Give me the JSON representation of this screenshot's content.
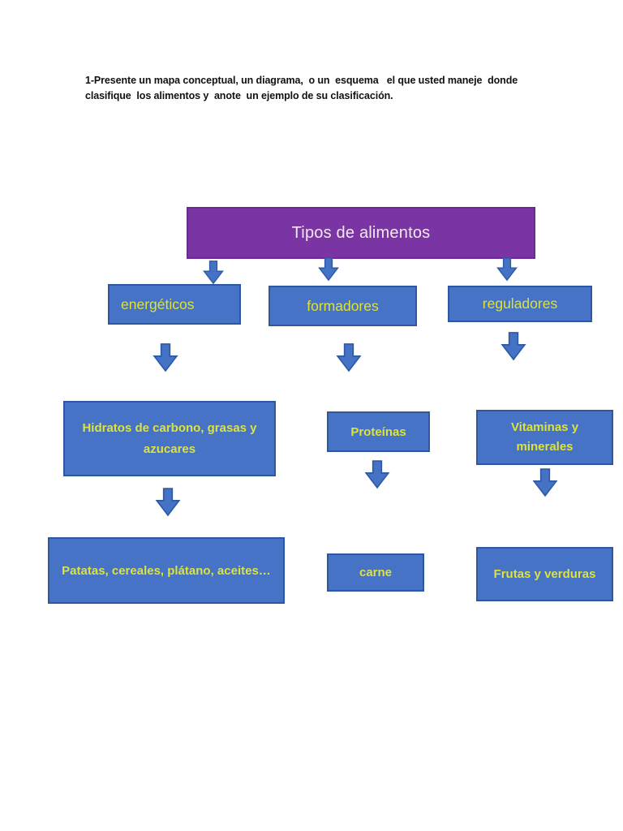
{
  "page": {
    "prompt": "1-Presente un mapa conceptual, un diagrama,  o un  esquema   el que usted maneje  donde\nclasifique  los alimentos y  anote  un ejemplo de su clasificación."
  },
  "diagram": {
    "type": "concept-map",
    "title": "Tipos de alimentos",
    "branches": [
      {
        "category": "energéticos",
        "components": "Hidratos de carbono, grasas y azucares",
        "examples": "Patatas, cereales, plátano, aceites…"
      },
      {
        "category": "formadores",
        "components": "Proteínas",
        "examples": "carne"
      },
      {
        "category": "reguladores",
        "components": "Vitaminas y minerales",
        "examples": "Frutas y verduras"
      }
    ],
    "colors": {
      "root_fill": "#7a34a3",
      "root_text": "#f2e9f2",
      "node_fill": "#4673c5",
      "node_border": "#2d57a0",
      "node_text": "#dde23c",
      "arrow_fill": "#4473c6",
      "arrow_border": "#2d5aa6"
    }
  }
}
